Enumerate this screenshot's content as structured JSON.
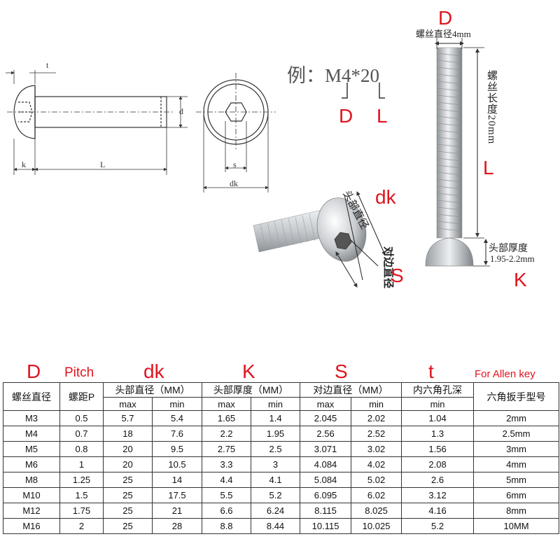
{
  "drawing": {
    "labels": {
      "t": "t",
      "d": "d",
      "k": "k",
      "L": "L",
      "s": "s",
      "dk": "dk"
    }
  },
  "example": {
    "text": "例：M4*20",
    "D": "D",
    "L": "L"
  },
  "photo": {
    "dk_red": "dk",
    "dk_cn": "头部直径",
    "s_red": "S",
    "s_cn": "对边直径",
    "D_red": "D",
    "D_cn": "螺丝直径4mm",
    "L_cn": "螺丝长度20mm",
    "L_red": "L",
    "K_cn": "头部厚度",
    "K_range": "1.95-2.2mm",
    "K_red": "K"
  },
  "table_labels": {
    "D": "D",
    "pitch": "Pitch",
    "dk": "dk",
    "K": "K",
    "S": "S",
    "t": "t",
    "allen": "For Allen key"
  },
  "table": {
    "headers": {
      "diameter": "螺丝直径",
      "pitch": "螺距P",
      "dk": "头部直径（MM）",
      "k": "头部厚度（MM）",
      "s": "对边直径（MM）",
      "t": "内六角孔深",
      "allen": "六角扳手型号"
    },
    "sub": {
      "max": "max",
      "min": "min"
    },
    "rows": [
      [
        "M3",
        "0.5",
        "5.7",
        "5.4",
        "1.65",
        "1.4",
        "2.045",
        "2.02",
        "1.04",
        "2mm"
      ],
      [
        "M4",
        "0.7",
        "18",
        "7.6",
        "2.2",
        "1.95",
        "2.56",
        "2.52",
        "1.3",
        "2.5mm"
      ],
      [
        "M5",
        "0.8",
        "20",
        "9.5",
        "2.75",
        "2.5",
        "3.071",
        "3.02",
        "1.56",
        "3mm"
      ],
      [
        "M6",
        "1",
        "20",
        "10.5",
        "3.3",
        "3",
        "4.084",
        "4.02",
        "2.08",
        "4mm"
      ],
      [
        "M8",
        "1.25",
        "25",
        "14",
        "4.4",
        "4.1",
        "5.084",
        "5.02",
        "2.6",
        "5mm"
      ],
      [
        "M10",
        "1.5",
        "25",
        "17.5",
        "5.5",
        "5.2",
        "6.095",
        "6.02",
        "3.12",
        "6mm"
      ],
      [
        "M12",
        "1.75",
        "25",
        "21",
        "6.6",
        "6.24",
        "8.115",
        "8.025",
        "4.16",
        "8mm"
      ],
      [
        "M16",
        "2",
        "25",
        "28",
        "8.8",
        "8.44",
        "10.115",
        "10.025",
        "5.2",
        "10MM"
      ]
    ]
  },
  "colors": {
    "accent": "#e0141e",
    "line": "#333333",
    "metal": "#c9ccd0"
  }
}
